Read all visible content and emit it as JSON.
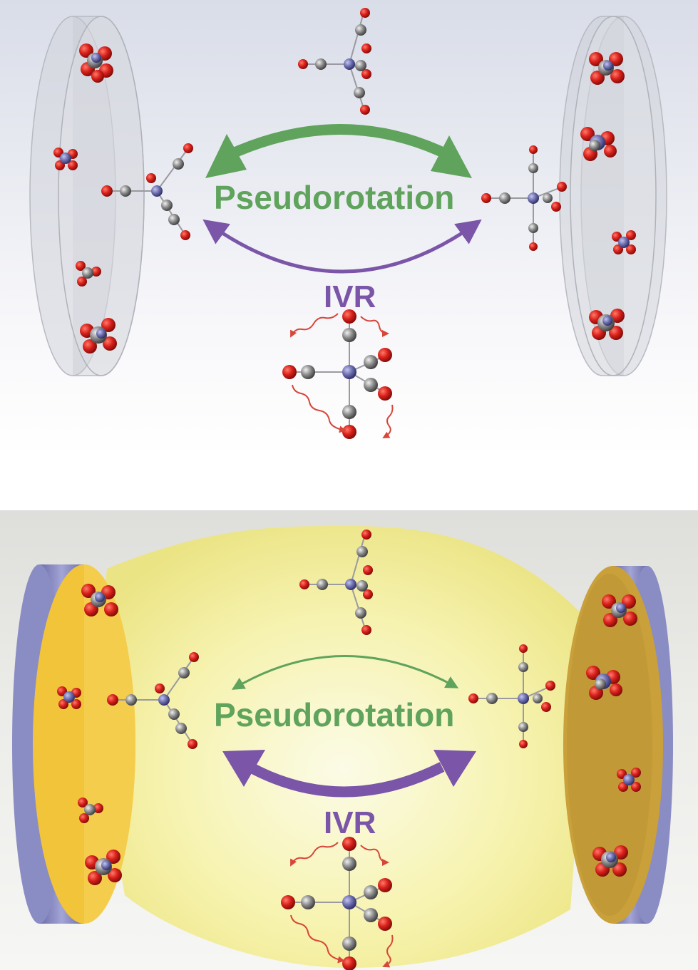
{
  "top_panel": {
    "pseudorotation_label": "Pseudorotation",
    "ivr_label": "IVR"
  },
  "bottom_panel": {
    "pseudorotation_label": "Pseudorotation",
    "ivr_label": "IVR"
  },
  "colors": {
    "pseudorotation": "#5fa35c",
    "ivr": "#7a55a8",
    "oxygen": "#d8201a",
    "carbon": "#8c8c8c",
    "metal": "#6e6fb0",
    "wave": "#d8463a",
    "field_region": "#f5f29a",
    "mirror_face": "#f2c43a",
    "mirror_edge": "#8a8cc4"
  }
}
